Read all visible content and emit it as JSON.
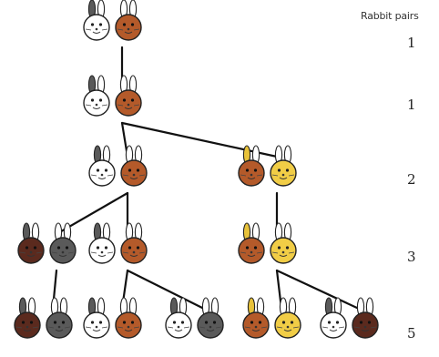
{
  "column_header": "Rabbit pairs",
  "colors": {
    "newborn": "#ffffff",
    "brown": "#b45a2a",
    "gray": "#5a5a5a",
    "dark": "#5b2a1e",
    "yellow": "#f1cd46",
    "outline": "#222222",
    "ear_gray": "#5a5a5a",
    "ear_yellow": "#e8c23a",
    "ear_white": "#ffffff"
  },
  "generations": [
    {
      "count": "1",
      "pairs": [
        {
          "id": "g1p1",
          "left": {
            "color": "newborn",
            "ears": "ear_gray"
          },
          "right": {
            "color": "brown",
            "ears": "ear_white"
          }
        }
      ]
    },
    {
      "count": "1",
      "pairs": [
        {
          "id": "g2p1",
          "left": {
            "color": "newborn",
            "ears": "ear_gray"
          },
          "right": {
            "color": "brown",
            "ears": "ear_white"
          }
        }
      ]
    },
    {
      "count": "2",
      "pairs": [
        {
          "id": "g3p1",
          "left": {
            "color": "newborn",
            "ears": "ear_gray"
          },
          "right": {
            "color": "brown",
            "ears": "ear_white"
          }
        },
        {
          "id": "g3p2",
          "left": {
            "color": "brown",
            "ears": "ear_yellow"
          },
          "right": {
            "color": "yellow",
            "ears": "ear_white"
          }
        }
      ]
    },
    {
      "count": "3",
      "pairs": [
        {
          "id": "g4p1",
          "left": {
            "color": "dark",
            "ears": "ear_gray"
          },
          "right": {
            "color": "gray",
            "ears": "ear_white"
          }
        },
        {
          "id": "g4p2",
          "left": {
            "color": "newborn",
            "ears": "ear_gray"
          },
          "right": {
            "color": "brown",
            "ears": "ear_white"
          }
        },
        {
          "id": "g4p3",
          "left": {
            "color": "brown",
            "ears": "ear_yellow"
          },
          "right": {
            "color": "yellow",
            "ears": "ear_white"
          }
        }
      ]
    },
    {
      "count": "5",
      "pairs": [
        {
          "id": "g5p1",
          "left": {
            "color": "dark",
            "ears": "ear_gray"
          },
          "right": {
            "color": "gray",
            "ears": "ear_white"
          }
        },
        {
          "id": "g5p2",
          "left": {
            "color": "newborn",
            "ears": "ear_gray"
          },
          "right": {
            "color": "brown",
            "ears": "ear_white"
          }
        },
        {
          "id": "g5p3",
          "left": {
            "color": "newborn",
            "ears": "ear_gray"
          },
          "right": {
            "color": "gray",
            "ears": "ear_white"
          }
        },
        {
          "id": "g5p4",
          "left": {
            "color": "brown",
            "ears": "ear_yellow"
          },
          "right": {
            "color": "yellow",
            "ears": "ear_white"
          }
        },
        {
          "id": "g5p5",
          "left": {
            "color": "newborn",
            "ears": "ear_gray"
          },
          "right": {
            "color": "dark",
            "ears": "ear_white"
          }
        }
      ]
    }
  ],
  "links": [
    {
      "from": "g1p1",
      "to": "g2p1"
    },
    {
      "from": "g2p1",
      "to": "g3p1"
    },
    {
      "from": "g2p1",
      "to": "g3p2"
    },
    {
      "from": "g3p1",
      "to": "g4p1"
    },
    {
      "from": "g3p1",
      "to": "g4p2"
    },
    {
      "from": "g3p2",
      "to": "g4p3"
    },
    {
      "from": "g4p1",
      "to": "g5p1"
    },
    {
      "from": "g4p2",
      "to": "g5p2"
    },
    {
      "from": "g4p2",
      "to": "g5p3"
    },
    {
      "from": "g4p3",
      "to": "g5p4"
    },
    {
      "from": "g4p3",
      "to": "g5p5"
    }
  ]
}
